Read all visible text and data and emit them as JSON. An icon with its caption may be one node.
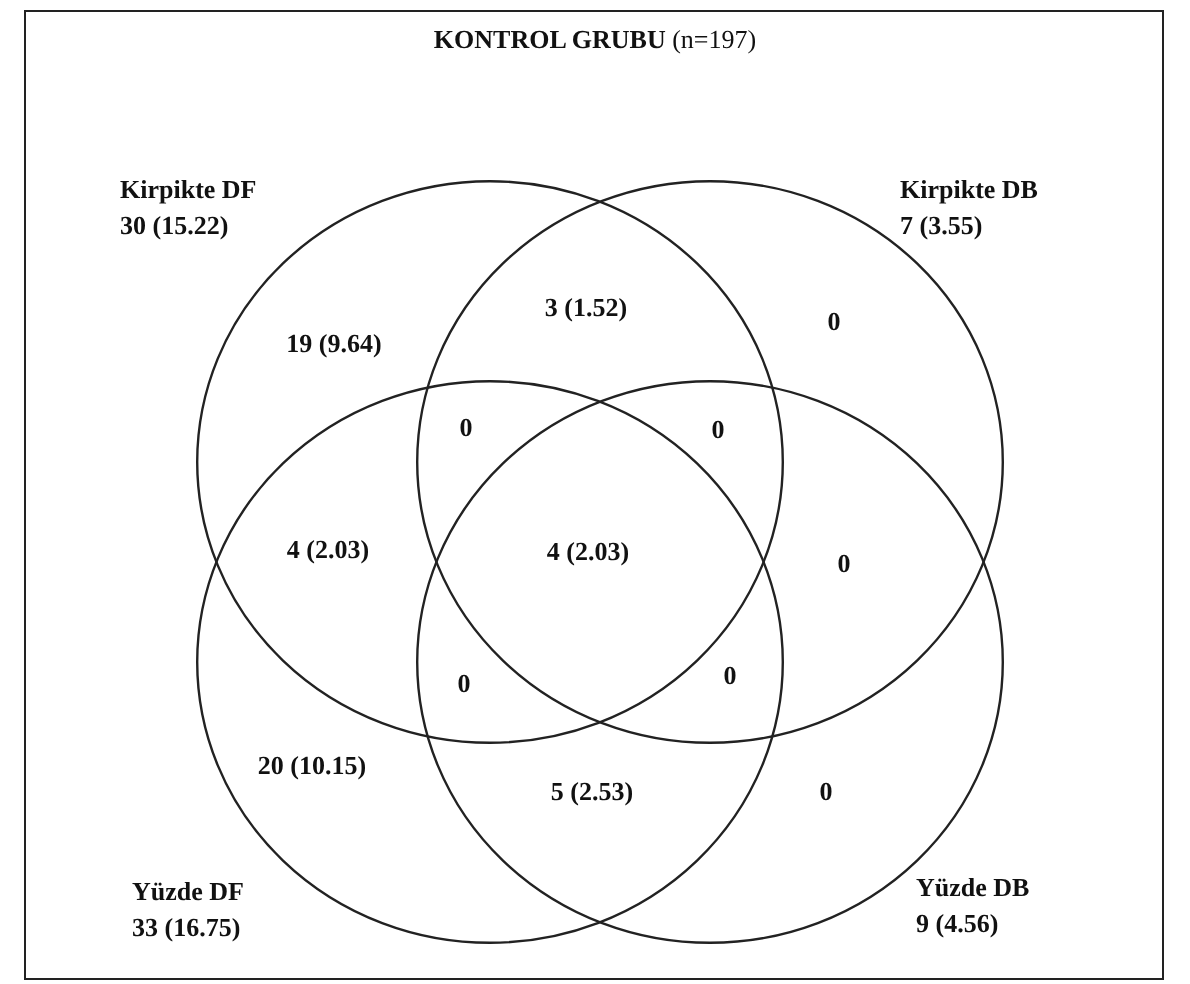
{
  "diagram": {
    "title": "**KONTROL GRUBU** (n=197)",
    "nodes": [
      {
        "text": [
          "Kirpikte DF",
          "30 (15.22)"
        ]
      },
      {
        "text": [
          "Kirpikte DB",
          "7 (3.55)"
        ]
      },
      {
        "text": [
          "Yüzde DF",
          "33 (16.75)"
        ]
      },
      {
        "text": [
          "Yüzde DB",
          "9 (4.56)"
        ]
      }
    ],
    "edges": [],
    "labels": [
      "19 (9.64)",
      "3 (1.52)",
      "0",
      "0",
      "0",
      "4 (2.03)",
      "4 (2.03)",
      "0",
      "0",
      "0",
      "20 (10.15)",
      "5 (2.53)",
      "0"
    ]
  }
}
